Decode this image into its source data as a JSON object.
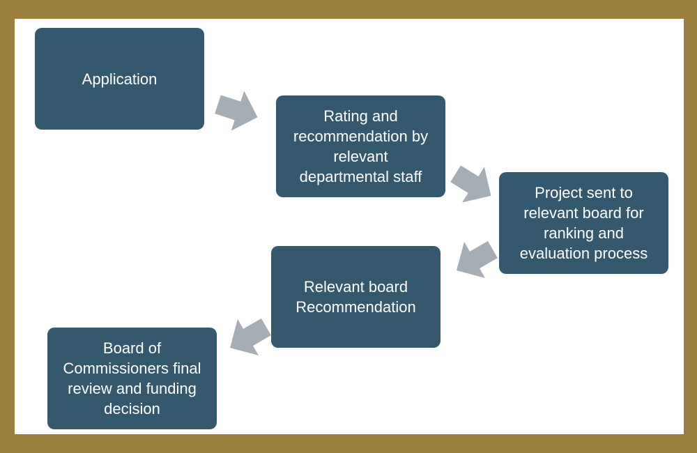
{
  "diagram": {
    "steps": [
      {
        "label": "Application"
      },
      {
        "label": "Rating  and\nrecommendation by\nrelevant\ndepartmental staff"
      },
      {
        "label": "Project sent to\nrelevant board for\nranking and\nevaluation process"
      },
      {
        "label": "Relevant board\nRecommendation"
      },
      {
        "label": "Board of\nCommissioners final\nreview and funding\ndecision"
      }
    ]
  },
  "colors": {
    "frame": "#9a7f3f",
    "box": "#34596f",
    "arrow": "#a5adb5",
    "text": "#ffffff"
  }
}
